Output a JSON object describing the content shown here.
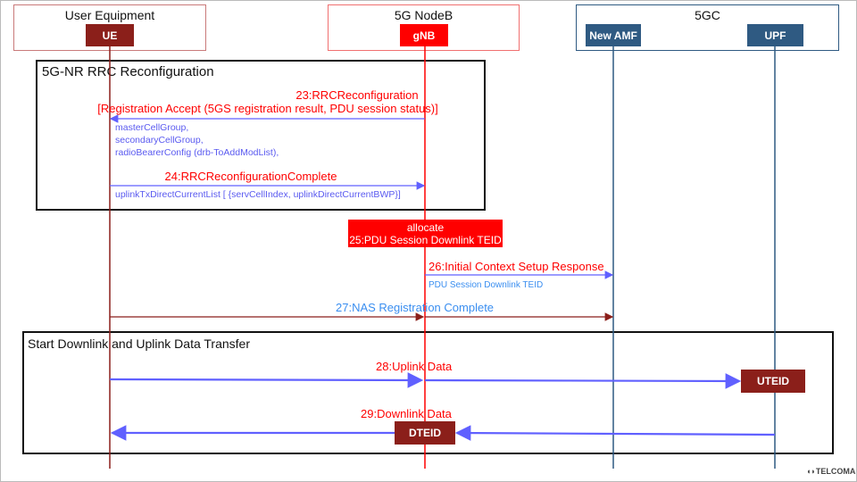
{
  "participants": {
    "ue_group": "User Equipment",
    "ue": "UE",
    "gnb_group": "5G NodeB",
    "gnb": "gNB",
    "core_group": "5GC",
    "amf": "New AMF",
    "upf": "UPF"
  },
  "groups": {
    "rrc": "5G-NR RRC Reconfiguration",
    "data": "Start Downlink and Uplink Data Transfer"
  },
  "messages": {
    "m23_title": "23:RRCReconfiguration",
    "m23_sub": "[Registration Accept (5GS registration result, PDU session status)]",
    "m23_notes": [
      "masterCellGroup,",
      "secondaryCellGroup,",
      "radioBearerConfig (drb-ToAddModList),"
    ],
    "m24_title": "24:RRCReconfigurationComplete",
    "m24_note": "uplinkTxDirectCurrentList [ {servCellIndex, uplinkDirectCurrentBWP}]",
    "m25_line1": "allocate",
    "m25_line2": "25:PDU Session Downlink TEID",
    "m26_title": "26:Initial Context Setup Response",
    "m26_note": "PDU Session Downlink TEID",
    "m27_title": "27:NAS Registration Complete",
    "m28_title": "28:Uplink Data",
    "m29_title": "29:Downlink Data",
    "uteid": "UTEID",
    "dteid": "DTEID"
  },
  "logo": "TELCOMA",
  "colors": {
    "ue": "#8b1f1a",
    "gnb": "#ff0000",
    "core": "#2f5a82",
    "arrow": "#6060ff",
    "msg": "#ff0000",
    "blue_text": "#3a8ef0"
  }
}
